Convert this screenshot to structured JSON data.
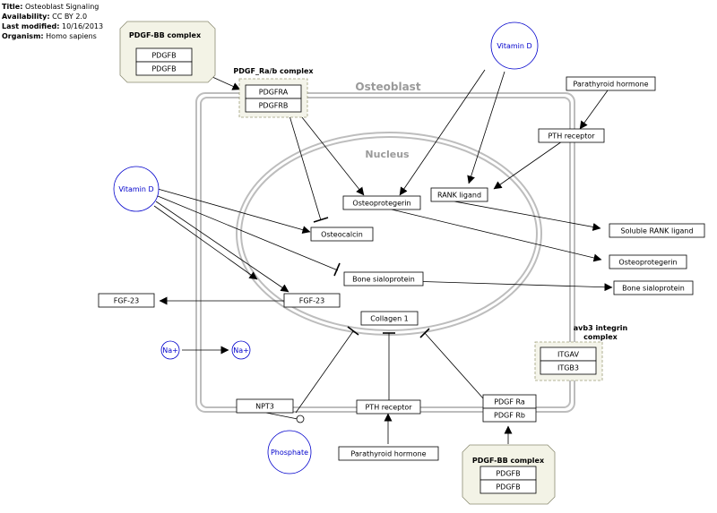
{
  "meta": [
    {
      "label": "Title:",
      "value": "Osteoblast Signaling"
    },
    {
      "label": "Availability:",
      "value": "CC BY 2.0"
    },
    {
      "label": "Last modified:",
      "value": "10/16/2013"
    },
    {
      "label": "Organism:",
      "value": "Homo sapiens"
    }
  ],
  "labels": {
    "osteoblast": "Osteoblast",
    "nucleus": "Nucleus",
    "pdgfbb_top": "PDGF-BB complex",
    "pdgfbb_bottom": "PDGF-BB complex",
    "pdgfrab": "PDGF_Ra/b complex",
    "avb3_line1": "avb3 integrin",
    "avb3_line2": "complex"
  },
  "nodes": {
    "pdgfb_top_1": "PDGFB",
    "pdgfb_top_2": "PDGFB",
    "pdgfra": "PDGFRA",
    "pdgfrb": "PDGFRB",
    "vitamin_d_top": "Vitamin D",
    "vitamin_d_left": "Vitamin D",
    "pth_top": "Parathyroid hormone",
    "pth_receptor_top": "PTH receptor",
    "osteoprotegerin_in": "Osteoprotegerin",
    "rank_ligand": "RANK ligand",
    "osteocalcin": "Osteocalcin",
    "soluble_rank": "Soluble RANK ligand",
    "osteoprotegerin_out": "Osteoprotegerin",
    "bsp_in": "Bone sialoprotein",
    "bsp_out": "Bone sialoprotein",
    "fgf23_out": "FGF-23",
    "fgf23_in": "FGF-23",
    "collagen1": "Collagen 1",
    "na_out": "Na+",
    "na_in": "Na+",
    "itgav": "ITGAV",
    "itgb3": "ITGB3",
    "npt3": "NPT3",
    "pth_receptor_bottom": "PTH receptor",
    "pdgf_ra": "PDGF Ra",
    "pdgf_rb": "PDGF Rb",
    "phosphate": "Phosphate",
    "pth_bottom": "Parathyroid hormone",
    "pdgfb_bottom_1": "PDGFB",
    "pdgfb_bottom_2": "PDGFB"
  },
  "colors": {
    "membrane": "#bdbdbd",
    "compartment_label": "#9a9a9a",
    "metabolite": "#0000cc",
    "complex_fill": "#f3f3e6",
    "complex_border": "#8c8c73",
    "group_border": "#9e9e7a"
  }
}
